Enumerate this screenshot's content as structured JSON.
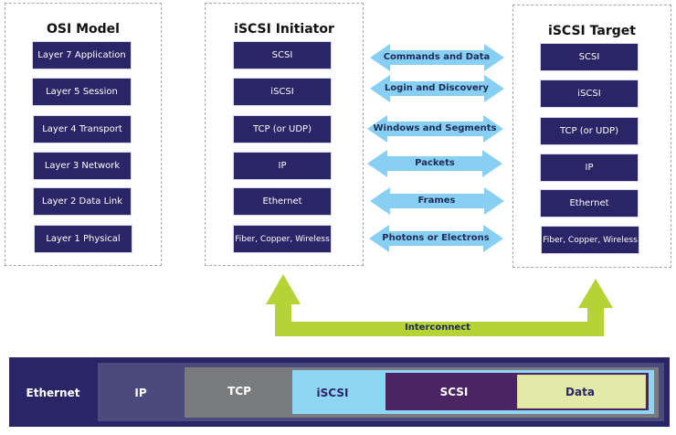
{
  "colors": {
    "layer_fill": "#2a2566",
    "arrow_blue": "#87d0f3",
    "arrow_green": "#b5d334",
    "eth": "#2a2566",
    "ip": "#4b4a7c",
    "tcp": "#7a7b7d",
    "iscsi": "#8fd6f5",
    "scsi": "#4b2462",
    "data": "#e3e9a6"
  },
  "osi": {
    "title": "OSI Model",
    "layers": [
      "Layer 7 Application",
      "Layer 5 Session",
      "Layer 4 Transport",
      "Layer 3 Network",
      "Layer 2 Data Link",
      "Layer 1 Physical"
    ]
  },
  "initiator": {
    "title": "iSCSI Initiator",
    "layers": [
      "SCSI",
      "iSCSI",
      "TCP (or UDP)",
      "IP",
      "Ethernet",
      "Fiber, Copper, Wireless"
    ]
  },
  "target": {
    "title": "iSCSI Target",
    "layers": [
      "SCSI",
      "iSCSI",
      "TCP (or UDP)",
      "IP",
      "Ethernet",
      "Fiber, Copper, Wireless"
    ]
  },
  "arrows": [
    "Commands and Data",
    "Login and Discovery",
    "Windows and Segments",
    "Packets",
    "Frames",
    "Photons or Electrons"
  ],
  "interconnect": {
    "label": "Interconnect"
  },
  "encapsulation": {
    "ethernet": "Ethernet",
    "ip": "IP",
    "tcp": "TCP",
    "iscsi": "iSCSI",
    "scsi": "SCSI",
    "data": "Data"
  }
}
